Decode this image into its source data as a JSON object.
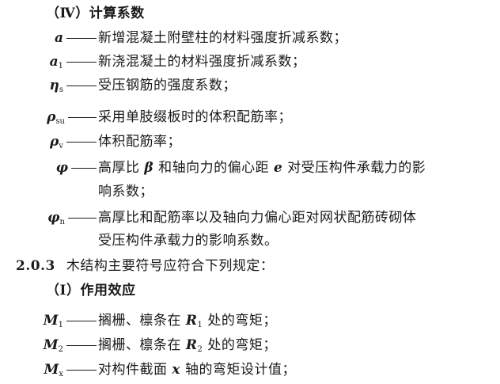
{
  "section_iv": {
    "heading": "（Ⅳ）计算系数"
  },
  "coefficients": [
    {
      "sym": "a",
      "sub": "",
      "text": "新增混凝土附壁柱的材料强度折减系数；"
    },
    {
      "sym": "a",
      "sub": "1",
      "text": "新浇混凝土的材料强度折减系数；"
    },
    {
      "sym": "η",
      "sub": "s",
      "text": "受压钢筋的强度系数；"
    },
    {
      "sym": "ρ",
      "sub": "su",
      "text": "采用单肢缀板时的体积配筋率；"
    },
    {
      "sym": "ρ",
      "sub": "v",
      "text": "体积配筋率；"
    }
  ],
  "phi": {
    "sym": "φ",
    "t1": "高厚比 ",
    "beta": "β",
    "t2": " 和轴向力的偏心距 ",
    "e": "e",
    "t3": " 对受压构件承载力的影",
    "line2": "响系数；"
  },
  "phin": {
    "sym": "φ",
    "sub": "n",
    "line1": "高厚比和配筋率以及轴向力偏心距对网状配筋砖砌体",
    "line2": "受压构件承载力的影响系数。"
  },
  "clause": {
    "number": "2.0.3",
    "text": "木结构主要符号应符合下列规定："
  },
  "section_i": {
    "heading": "（Ⅰ）作用效应"
  },
  "effects": [
    {
      "sym": "M",
      "sub": "1",
      "pre": "搁栅、檩条在 ",
      "var": "R",
      "varsub": "1",
      "post": " 处的弯矩；"
    },
    {
      "sym": "M",
      "sub": "2",
      "pre": "搁栅、檩条在 ",
      "var": "R",
      "varsub": "2",
      "post": " 处的弯矩；"
    },
    {
      "sym": "M",
      "sub": "x",
      "pre": "对构件截面 ",
      "var": "x",
      "varsub": "",
      "post": " 轴的弯矩设计值；"
    }
  ]
}
